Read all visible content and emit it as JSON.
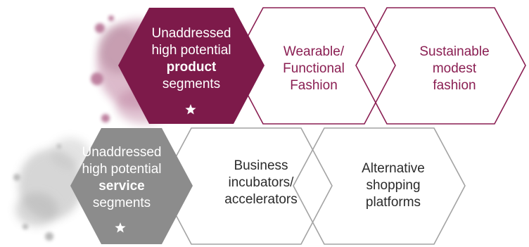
{
  "product_row": {
    "header": {
      "line1": "Unaddressed",
      "line2": "high potential",
      "line3": "product",
      "line4": "segments",
      "icon": "star-icon",
      "fill": "#7d1a4a"
    },
    "items": [
      {
        "line1": "Wearable/",
        "line2": "Functional",
        "line3": "Fashion"
      },
      {
        "line1": "Sustainable",
        "line2": "modest",
        "line3": "fashion"
      }
    ],
    "outline_color": "#8a1e52"
  },
  "service_row": {
    "header": {
      "line1": "Unaddressed",
      "line2": "high potential",
      "line3": "service",
      "line4": "segments",
      "icon": "star-icon",
      "fill": "#8c8c8c"
    },
    "items": [
      {
        "line1": "Business",
        "line2": "incubators/",
        "line3": "accelerators"
      },
      {
        "line1": "Alternative",
        "line2": "shopping",
        "line3": "platforms"
      }
    ],
    "outline_color": "#a3a3a3"
  },
  "decor": {
    "splash_wine": "#8a1e52",
    "splash_gray": "#777777"
  }
}
